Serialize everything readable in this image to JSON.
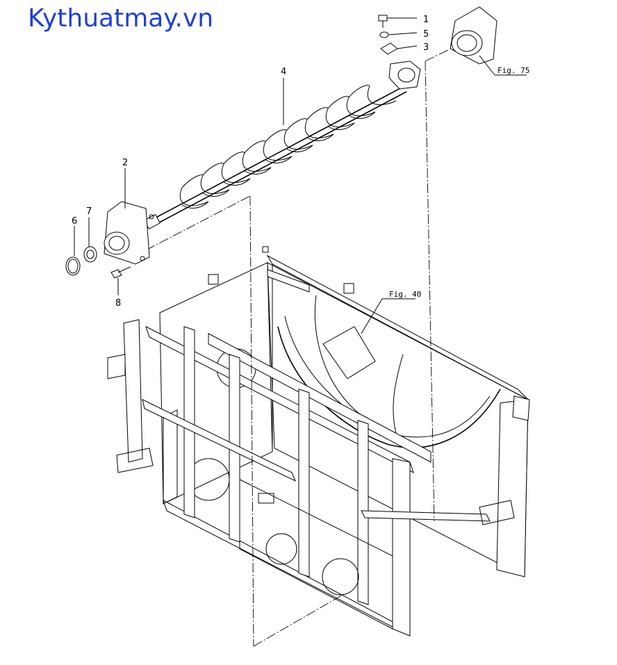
{
  "watermark": "Kythuatmay.vn",
  "parts": [
    {
      "id": "p1",
      "label": "1"
    },
    {
      "id": "p5",
      "label": "5"
    },
    {
      "id": "p3",
      "label": "3"
    },
    {
      "id": "p4",
      "label": "4"
    },
    {
      "id": "p2",
      "label": "2"
    },
    {
      "id": "p7",
      "label": "7"
    },
    {
      "id": "p6",
      "label": "6"
    },
    {
      "id": "p8",
      "label": "8"
    }
  ],
  "figure_refs": {
    "fig75": "Fig. 75",
    "fig40": "Fig. 40"
  }
}
